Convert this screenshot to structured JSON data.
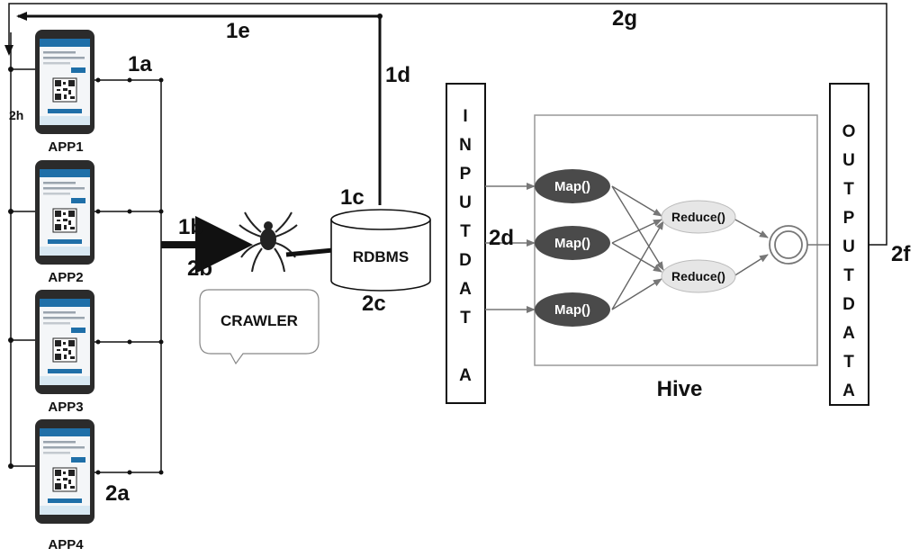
{
  "edges": {
    "e1a": "1a",
    "e1b": "1b",
    "e1c": "1c",
    "e1d": "1d",
    "e1e": "1e",
    "e2a": "2a",
    "e2b": "2b",
    "e2c": "2c",
    "e2d": "2d",
    "e2f": "2f",
    "e2g": "2g",
    "e2h": "2h"
  },
  "apps": [
    "APP1",
    "APP2",
    "APP3",
    "APP4"
  ],
  "crawler_label": "CRAWLER",
  "db_label": "RDBMS",
  "input_letters": [
    "I",
    "N",
    "P",
    "U",
    "T",
    "D",
    "A",
    "T",
    "A"
  ],
  "output_letters": [
    "O",
    "U",
    "T",
    "P",
    "U",
    "T",
    "D",
    "A",
    "T",
    "A"
  ],
  "map_labels": [
    "Map()",
    "Map()",
    "Map()"
  ],
  "reduce_labels": [
    "Reduce()",
    "Reduce()"
  ],
  "hive_label": "Hive",
  "icons": {
    "phone": "smartphone-icon",
    "qr": "qr-code-icon",
    "spider": "spider-icon",
    "database": "database-cylinder-icon"
  },
  "colors": {
    "line": "#111111",
    "map_node": "#4a4a4a",
    "reduce_node": "#e6e6e6",
    "phone_body": "#2b2b2b",
    "phone_screen": "#f4f6f8",
    "phone_header": "#1f6fa8"
  }
}
